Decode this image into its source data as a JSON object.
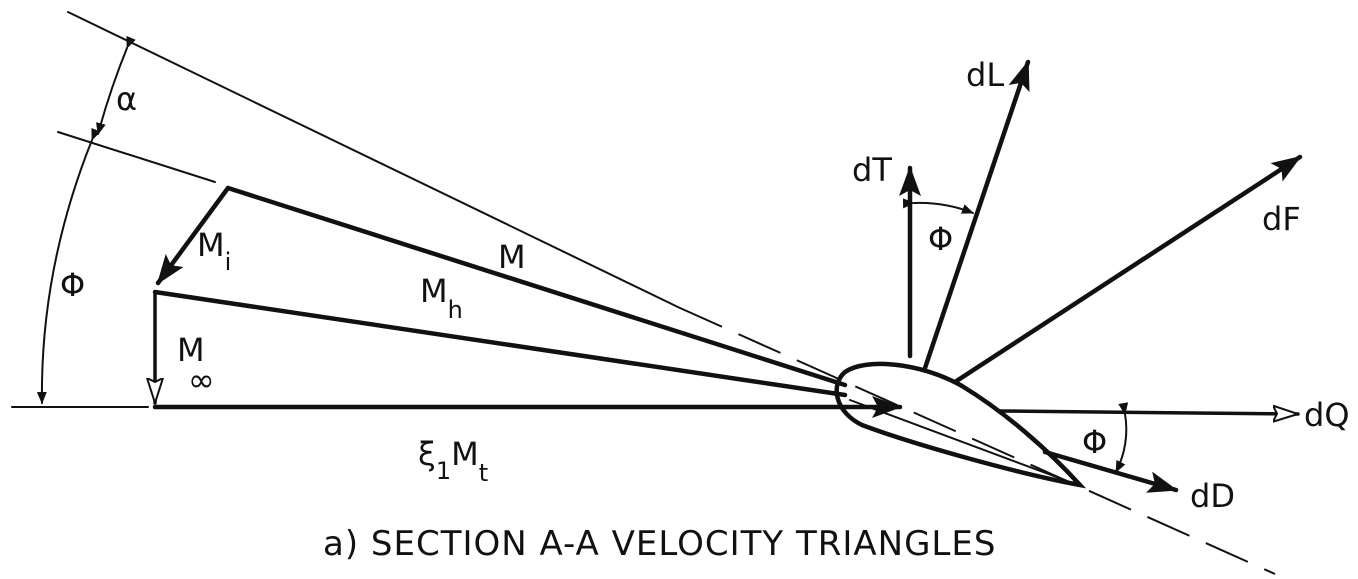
{
  "labels": {
    "alpha": "α",
    "phi_left": "Φ",
    "m_i_base": "M",
    "m_i_sub": "i",
    "m": "M",
    "m_h_base": "M",
    "m_h_sub": "h",
    "m_inf_base": "M",
    "m_inf_sub": "∞",
    "xi_base": "ξ",
    "xi_sub": "1",
    "mt_base": "M",
    "mt_sub": "t",
    "dL": "dL",
    "dT": "dT",
    "phi_top": "Φ",
    "dF": "dF",
    "dQ": "dQ",
    "phi_bottom": "Φ",
    "dD": "dD"
  },
  "caption": "a) SECTION A-A VELOCITY TRIANGLES"
}
